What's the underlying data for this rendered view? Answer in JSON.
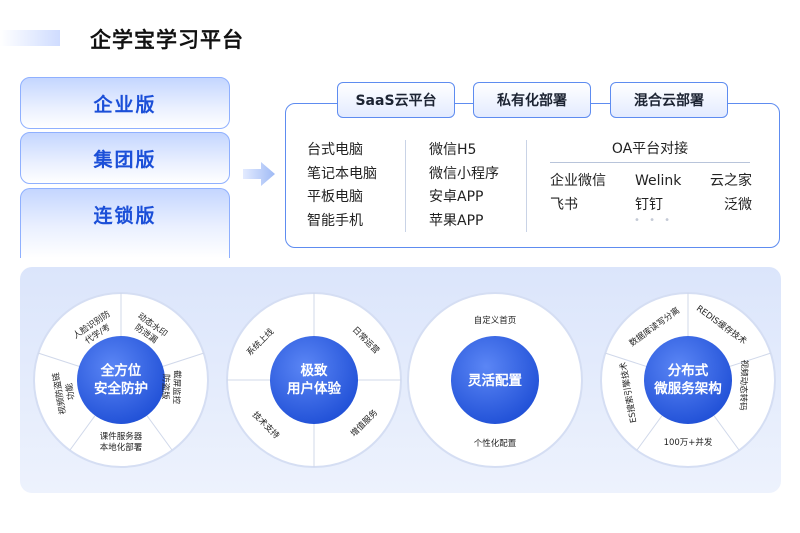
{
  "page": {
    "title": "企学宝学习平台"
  },
  "editions": [
    "企业版",
    "集团版",
    "连锁版"
  ],
  "deploy_tabs": [
    "SaaS云平台",
    "私有化部署",
    "混合云部署"
  ],
  "devices": [
    "台式电脑",
    "笔记本电脑",
    "平板电脑",
    "智能手机"
  ],
  "apps": [
    "微信H5",
    "微信小程序",
    "安卓APP",
    "苹果APP"
  ],
  "oa": {
    "title": "OA平台对接",
    "col1": [
      "企业微信",
      "飞书"
    ],
    "col2": [
      "Welink",
      "钉钉"
    ],
    "col3": [
      "云之家",
      "泛微"
    ],
    "more": "• • •"
  },
  "features": {
    "security": {
      "center": [
        "全方位",
        "安全防护"
      ],
      "items": [
        [
          "人脸识别防",
          "代学/考"
        ],
        [
          "动态水印",
          "防泄漏"
        ],
        [
          "截屏监控",
          "防盗版"
        ],
        [
          "课件服务器",
          "本地化部署"
        ],
        [
          "视频防盗链",
          "功能"
        ]
      ]
    },
    "experience": {
      "center": [
        "极致",
        "用户体验"
      ],
      "items": [
        "系统上线",
        "日常运营",
        "增值服务",
        "技术支持"
      ]
    },
    "config": {
      "center": [
        "灵活配置"
      ],
      "items": [
        "自定义首页",
        "个性化配置"
      ]
    },
    "architecture": {
      "center": [
        "分布式",
        "微服务架构"
      ],
      "items": [
        "REDIS缓存技术",
        "视频动态转码",
        "100万+并发",
        "ES搜索引擎技术",
        "数据库读写分离"
      ]
    }
  },
  "colors": {
    "primary": "#1b4fd8",
    "circle_inner": "#2e5fe8",
    "border": "#5e8cf0"
  }
}
